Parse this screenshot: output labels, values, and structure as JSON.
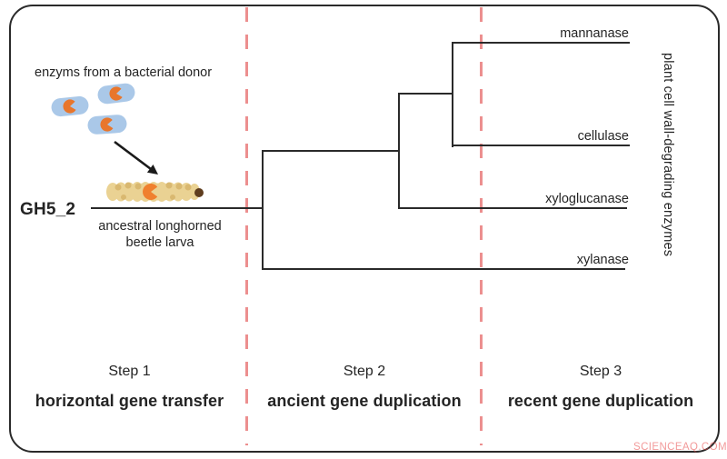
{
  "labels": {
    "donor": "enzyms from a bacterial donor",
    "gene": "GH5_2",
    "ancestral_line1": "ancestral longhorned",
    "ancestral_line2": "beetle larva",
    "side_axis": "plant cell wall-degrading enzymes"
  },
  "tree": {
    "leaves": [
      "mannanase",
      "cellulase",
      "xyloglucanase",
      "xylanase"
    ]
  },
  "steps": [
    {
      "step": "Step 1",
      "caption": "horizontal gene transfer"
    },
    {
      "step": "Step 2",
      "caption": "ancient gene duplication"
    },
    {
      "step": "Step 3",
      "caption": "recent gene duplication"
    }
  ],
  "watermark": "SCIENCEAQ.COM",
  "icons": [
    "bacterium-icon",
    "enzyme-pacman-icon",
    "transfer-arrow-icon",
    "larva-icon"
  ],
  "colors": {
    "line": "#2a2a2a",
    "divider_dash": "#ec8f8f",
    "bacterium_blue": "#aac8e8",
    "enzyme_orange": "#e8762c",
    "larva_body": "#ead293",
    "larva_texture": "#d9b870",
    "larva_head": "#5f3d1e",
    "watermark_red": "#e84646"
  }
}
